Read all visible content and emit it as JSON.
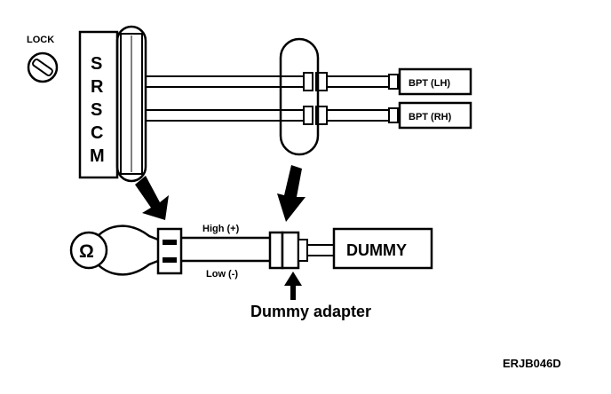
{
  "labels": {
    "lock": "LOCK",
    "srscm": [
      "S",
      "R",
      "S",
      "C",
      "M"
    ],
    "bpt_lh": "BPT (LH)",
    "bpt_rh": "BPT (RH)",
    "high": "High (+)",
    "low": "Low (-)",
    "dummy": "DUMMY",
    "dummy_adapter": "Dummy adapter",
    "ohm": "Ω",
    "figure_code": "ERJB046D"
  },
  "colors": {
    "ink": "#000000",
    "paper": "#ffffff"
  },
  "icons": {
    "lock_symbol": "lock-icon",
    "ohmmeter": "ohmmeter-icon",
    "arrow": "arrow-down-icon"
  }
}
